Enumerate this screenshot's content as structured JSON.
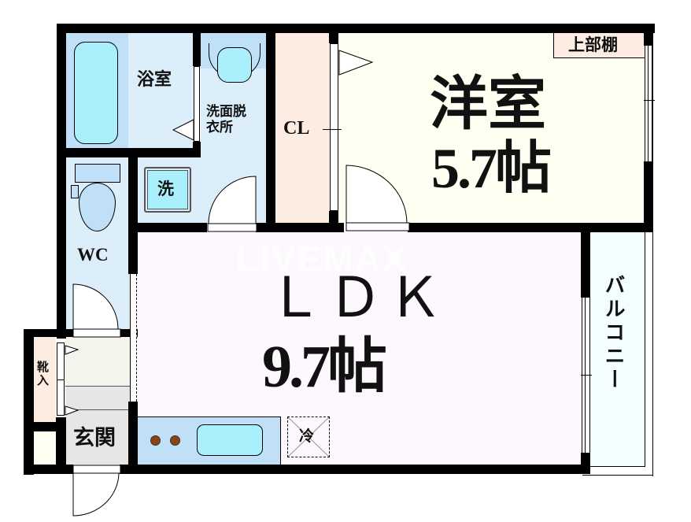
{
  "floorplan": {
    "watermark": "LIVEMAX",
    "rooms": {
      "western_room": {
        "name": "洋室",
        "size": "5.7帖"
      },
      "ldk": {
        "name": "ＬＤＫ",
        "size": "9.7帖"
      },
      "bathroom": {
        "name": "浴室"
      },
      "washroom": {
        "name_line1": "洗面脱",
        "name_line2": "衣所"
      },
      "wc": {
        "name": "WC"
      },
      "closet": {
        "name": "CL"
      },
      "upper_shelf": {
        "name": "上部棚"
      },
      "balcony": {
        "name": "バルコニー"
      },
      "entrance": {
        "name": "玄関"
      },
      "shoe_box": {
        "name": "靴入"
      },
      "washing_machine": {
        "name": "洗"
      },
      "refrigerator": {
        "name": "冷"
      }
    },
    "colors": {
      "wall": "#000000",
      "wet_area": "#ddeefb",
      "wet_fixture": "#bfe0f7",
      "fixture_water": "#aaf0fc",
      "western_room": "#fffff2",
      "ldk": "#fdf8fd",
      "closet": "#fdece2",
      "balcony": "#f2feff",
      "entrance_floor": "#e6e6e6",
      "hallway": "#f4f4ec",
      "stove_burner": "#8b4513"
    }
  }
}
